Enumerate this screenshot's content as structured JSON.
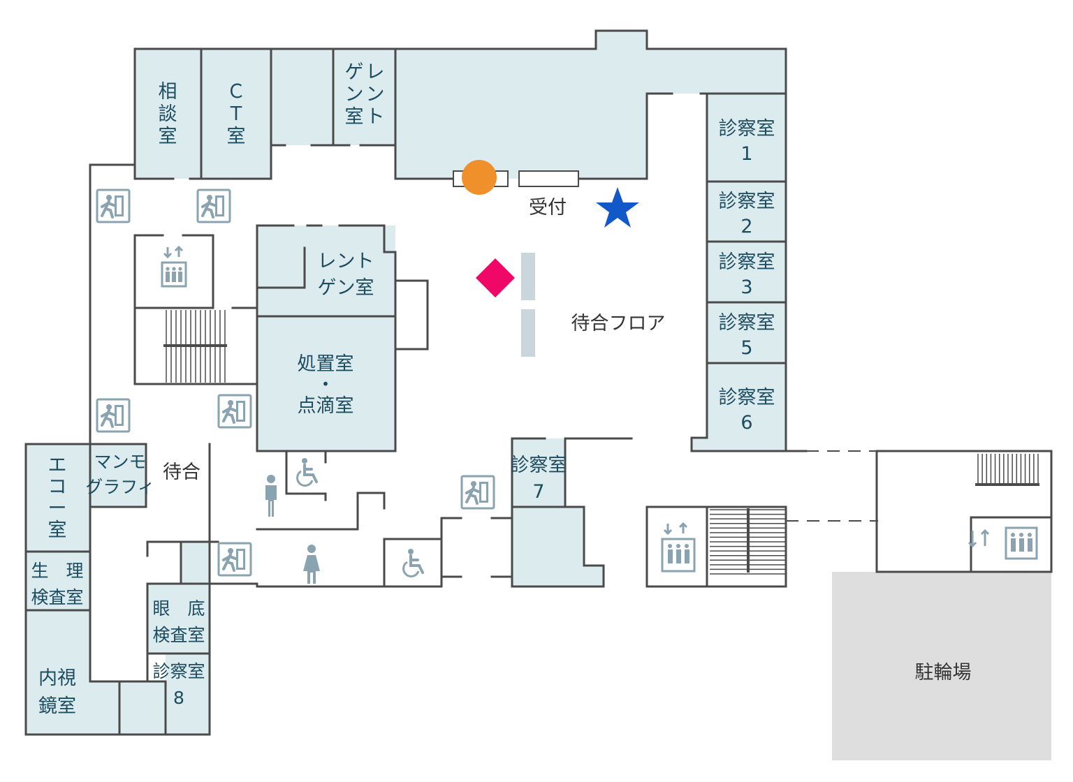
{
  "rooms": {
    "consult": "相\n談\n室",
    "ct": "Ｃ\nＴ\n室",
    "xray_top_col1": "ゲ\nン\n室",
    "xray_top_col2": "レ\nン\nト",
    "xray_mid": "レント\nゲン室",
    "treatment": "処置室\n・\n点滴室",
    "exam1": "診察室\n1",
    "exam2": "診察室\n2",
    "exam3": "診察室\n3",
    "exam5": "診察室\n5",
    "exam6": "診察室\n6",
    "exam7": "診察室\n7",
    "exam8": "診察室\n8",
    "echo": "エ\nコ\nー\n室",
    "mammo": "マンモ\nグラフィ",
    "waiting_small": "待合",
    "physio": "生　理\n検査室",
    "fundus": "眼　底\n検査室",
    "endoscopy": "内視\n鏡室",
    "reception": "受付",
    "waiting_floor": "待合フロア",
    "bicycle_parking": "駐輪場"
  },
  "markers": {
    "orange": "#f0902a",
    "star": "#1358c8",
    "diamond": "#ef0867"
  },
  "icons": {
    "exit": "emergency-exit-icon",
    "elevator": "elevator-icon",
    "male": "male-toilet-icon",
    "female": "female-toilet-icon",
    "wheelchair": "wheelchair-icon"
  },
  "colors": {
    "room_fill": "#dcebee",
    "room_text": "#1c4c60",
    "wall": "#4a4a4a",
    "icon": "#8aa3b0",
    "parking": "#dedede"
  }
}
